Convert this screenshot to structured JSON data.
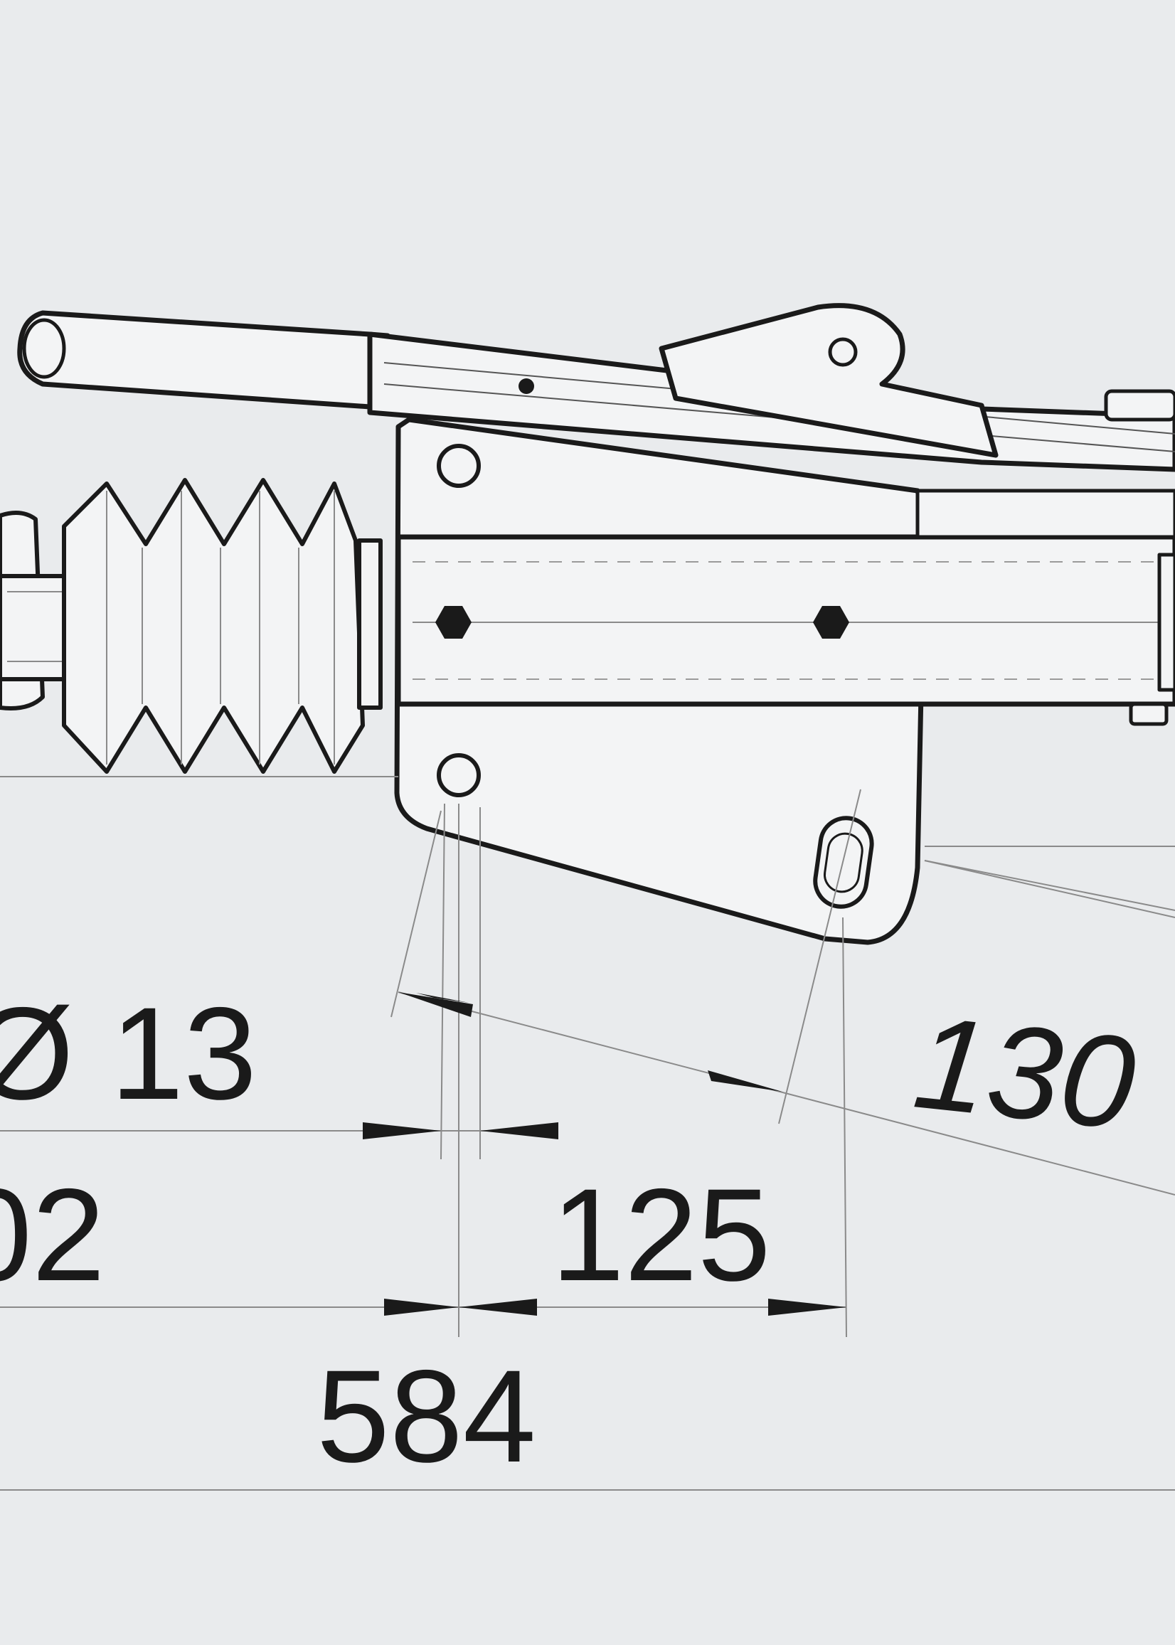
{
  "dimensions": {
    "hole_diameter": "Ø 13",
    "partial_left": "02",
    "hole_spacing_125": "125",
    "angled_130": "130",
    "length_584": "584"
  },
  "colors": {
    "background": "#e9ebed",
    "line": "#1a1a1a",
    "part_fill": "#f3f4f5"
  }
}
